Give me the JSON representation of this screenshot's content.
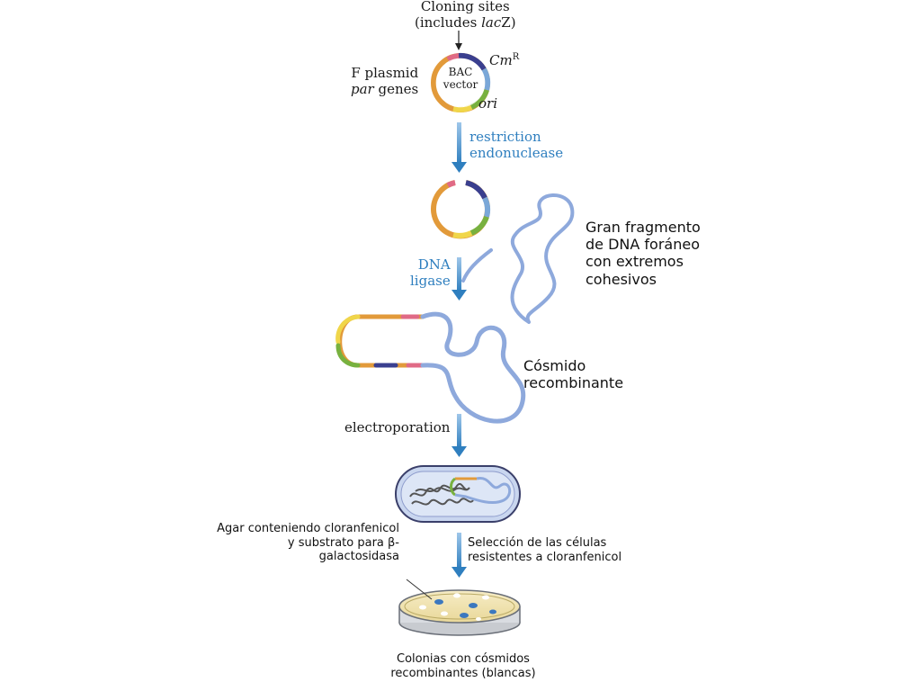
{
  "colors": {
    "arrow": "#2f7fbf",
    "dna": "#8ea9dc",
    "plasmid_orange": "#e29a3a",
    "plasmid_yellow": "#f0d64a",
    "plasmid_navy": "#3a3f8f",
    "plasmid_green": "#78b13f",
    "plasmid_pink": "#e06a86",
    "cell_fill": "#c9d6ef",
    "agar": "#f4e7b8"
  },
  "icons": [
    "plasmid-icon",
    "down-arrow-icon",
    "dna-strand-icon",
    "bacterial-cell-icon",
    "petri-dish-icon",
    "colony-icon"
  ],
  "labels": {
    "cloning_sites_1": "Cloning sites",
    "cloning_sites_2_pre": "(includes ",
    "cloning_sites_2_it": "lac",
    "cloning_sites_2_post": "Z)",
    "f_plasmid": "F plasmid",
    "par_it": "par",
    "par_genes": " genes",
    "bac_1": "BAC",
    "bac_2": "vector",
    "cm_it": "Cm",
    "cm_sup": "R",
    "ori": "ori",
    "restriction_1": "restriction",
    "restriction_2": "endonuclease",
    "dna_ligase_1": "DNA",
    "dna_ligase_2": "ligase",
    "fragment_1": "Gran fragmento",
    "fragment_2": "de DNA foráneo",
    "fragment_3": "con extremos",
    "fragment_4": "cohesivos",
    "cosmid_1": "Cósmido",
    "cosmid_2": "recombinante",
    "electroporation": "electroporation",
    "agar_1": "Agar conteniendo cloranfenicol",
    "agar_2": "y substrato para β-",
    "agar_3": "galactosidasa",
    "selection_1": "Selección de las células",
    "selection_2": "resistentes a cloranfenicol",
    "colonies_1": "Colonias con cósmidos",
    "colonies_2": "recombinantes (blancas)"
  }
}
